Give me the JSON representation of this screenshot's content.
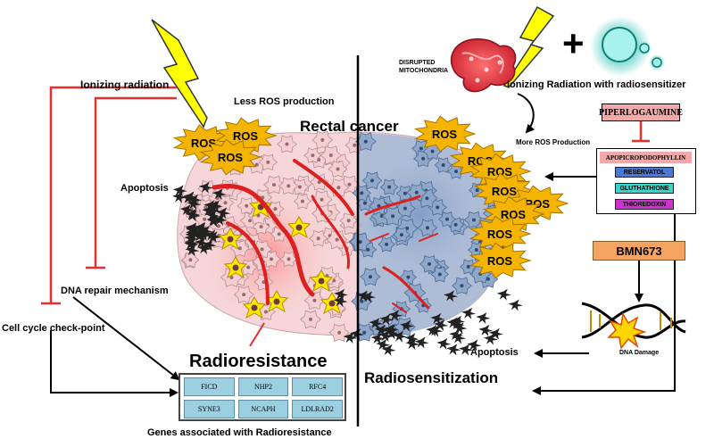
{
  "labels": {
    "ionizing_radiation": "Ionizing radiation",
    "less_ros": "Less ROS  production",
    "rectal_cancer": "Rectal cancer",
    "apoptosis_left": "Apoptosis",
    "dna_repair": "DNA repair mechanism",
    "cell_cycle": "Cell cycle check-point",
    "radioresistance": "Radioresistance",
    "genes_caption": "Genes associated with Radioresistance",
    "disrupted_mito": "DISRUPTED\nMITOCHONDRIA",
    "ionizing_sensitizer": "Ionizing Radiation with radiosensitizer",
    "more_ros": "More ROS Production",
    "apoptosis_right": "Apoptosis",
    "dna_damage": "DNA Damage",
    "radiosensitization": "Radiosensitization",
    "ros": "ROS",
    "plus": "+"
  },
  "genes": [
    "FICD",
    "NHP2",
    "RFC4",
    "SYNE3",
    "NCAPH",
    "LDLRAD2"
  ],
  "inhibitors": {
    "piperlogaumine": "PIPERLOGAUMINE",
    "apicropodophyllin": "APOPICROPODOPHYLLIN",
    "reservatol": "RESERVATOL",
    "gluthathione": "GLUTHATHIONE",
    "thioredoxin": "THIOREDOXIN",
    "bmn673": "BMN673"
  },
  "colors": {
    "ros_fill": "#f5b400",
    "cell_fill": "#f4cfd2",
    "sensitized_cell_fill": "#8fa7c8",
    "vessel": "#dd1f1f",
    "inhibit_line": "#e53030",
    "gene_box": "#9ccfe0",
    "piperlogaumine_box": "#f3a9a9",
    "reservatol_box": "#4a78d6",
    "gluthathione_box": "#33d6c8",
    "thioredoxin_box": "#cc33cc",
    "bmn673_box": "#f4a460",
    "lightning": "#ffff00"
  }
}
